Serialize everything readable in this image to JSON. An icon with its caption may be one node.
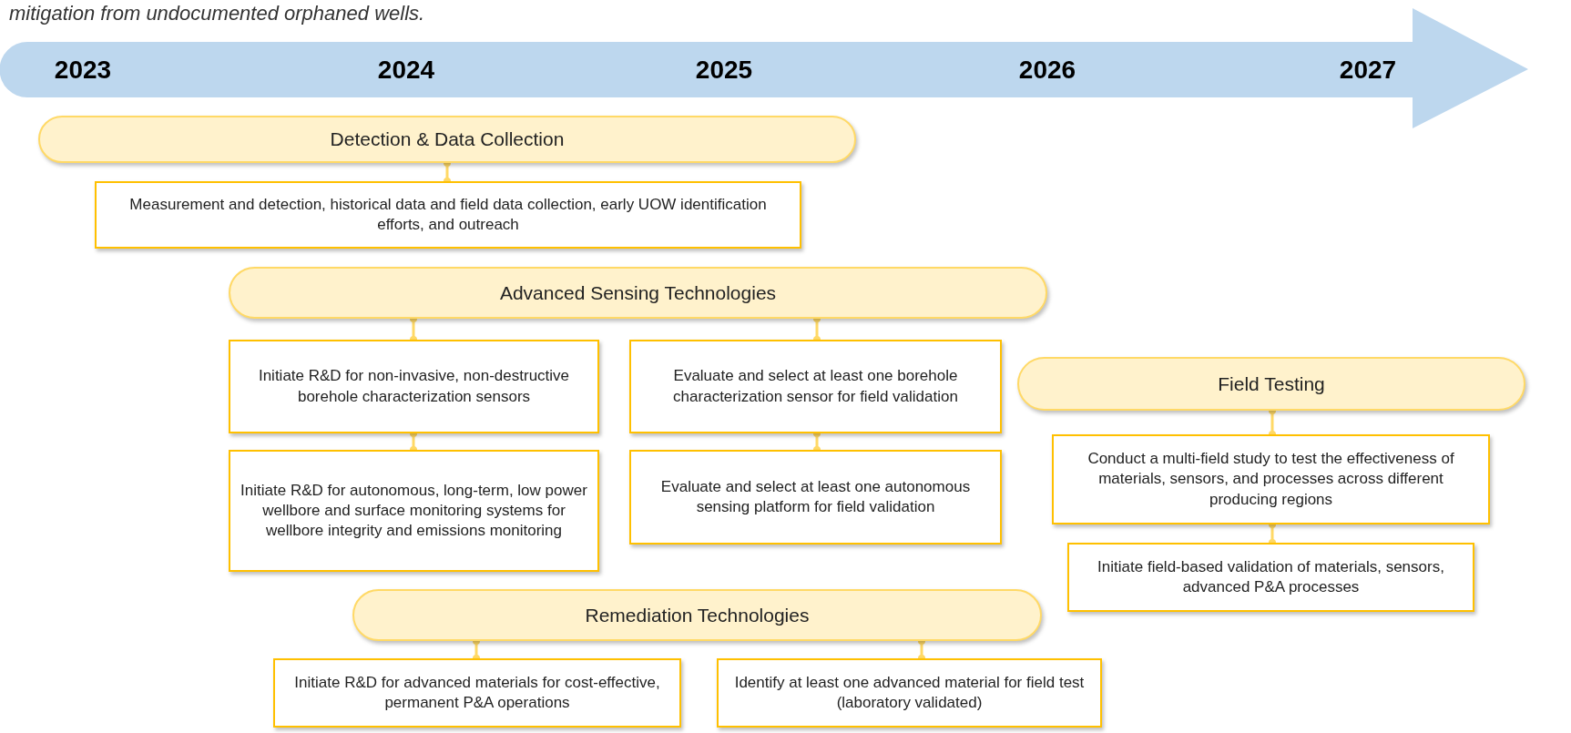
{
  "diagram": {
    "nodes": [
      {
        "text": [
          "Detection & Data Collection"
        ]
      },
      {
        "text": [
          "Measurement and detection, historical data and field data collection, early UOW identification efforts, and outreach"
        ]
      },
      {
        "text": [
          "Advanced Sensing Technologies"
        ]
      },
      {
        "text": [
          "Initiate R&D for non-invasive, non-destructive borehole characterization sensors"
        ]
      },
      {
        "text": [
          "Initiate R&D for autonomous, long-term, low power wellbore and surface monitoring systems for wellbore integrity and emissions monitoring"
        ]
      },
      {
        "text": [
          "Evaluate and select at least one borehole characterization sensor for field validation"
        ]
      },
      {
        "text": [
          "Evaluate and select at least one autonomous sensing platform for field validation"
        ]
      },
      {
        "text": [
          "Field Testing"
        ]
      },
      {
        "text": [
          "Conduct a multi-field study to test the effectiveness of materials, sensors, and processes across different producing regions"
        ]
      },
      {
        "text": [
          "Initiate field-based validation of materials, sensors, advanced P&A processes"
        ]
      },
      {
        "text": [
          "Remediation Technologies"
        ]
      },
      {
        "text": [
          "Initiate R&D for advanced materials for cost-effective, permanent P&A operations"
        ]
      },
      {
        "text": [
          "Identify at least one advanced material for field test (laboratory validated)"
        ]
      }
    ],
    "edges": [
      {
        "from": 0,
        "to": 1,
        "arrow": "other"
      },
      {
        "from": 2,
        "to": 3,
        "arrow": "other"
      },
      {
        "from": 3,
        "to": 4,
        "arrow": "other"
      },
      {
        "from": 2,
        "to": 5,
        "arrow": "other"
      },
      {
        "from": 5,
        "to": 6,
        "arrow": "other"
      },
      {
        "from": 7,
        "to": 8,
        "arrow": "other"
      },
      {
        "from": 8,
        "to": 9,
        "arrow": "other"
      },
      {
        "from": 10,
        "to": 11,
        "arrow": "other"
      },
      {
        "from": 10,
        "to": 12,
        "arrow": "other"
      }
    ],
    "labels": [
      "mitigation from undocumented orphaned wells.",
      "2023",
      "2024",
      "2025",
      "2026",
      "2027"
    ]
  }
}
